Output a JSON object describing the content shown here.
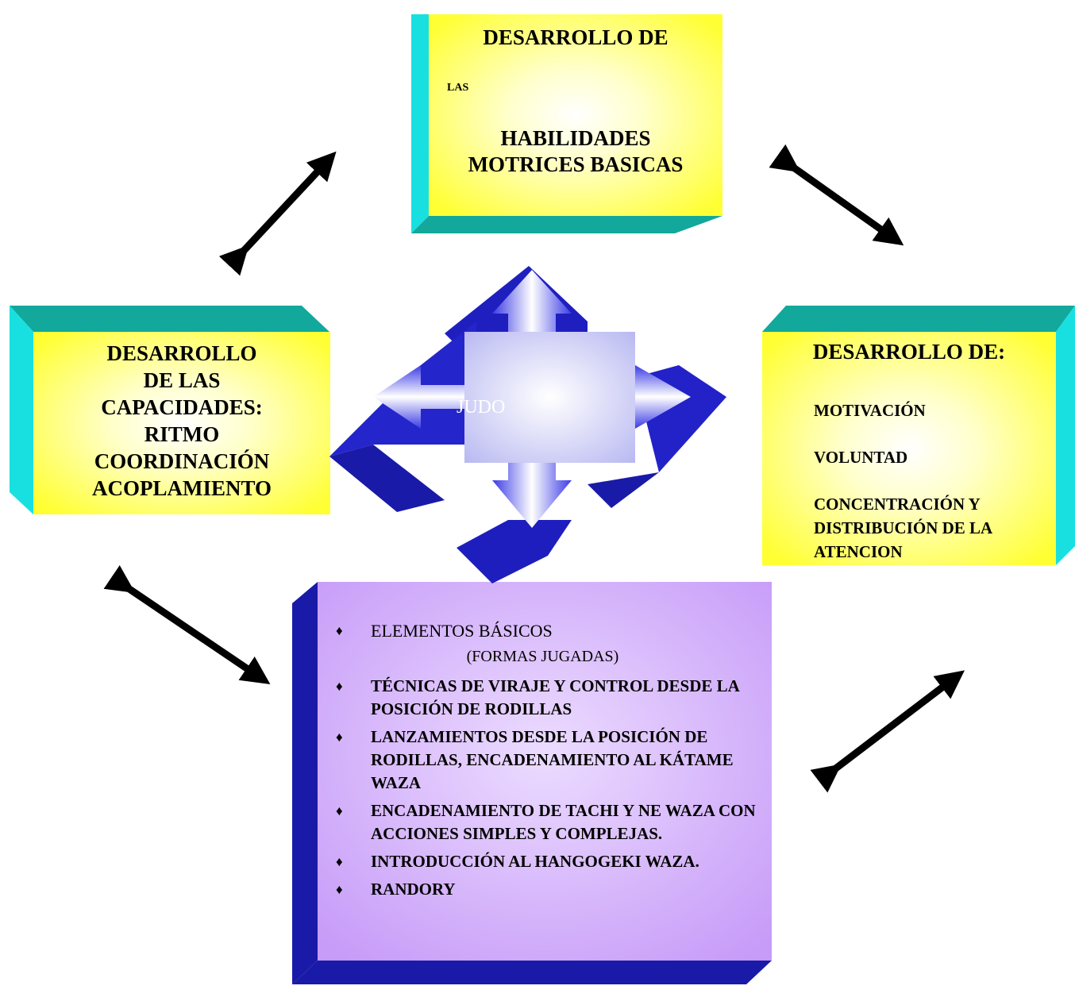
{
  "top_box": {
    "title": "DESARROLLO DE",
    "small": "LAS",
    "lines": [
      "HABILIDADES",
      "MOTRICES BASICAS"
    ]
  },
  "left_box": {
    "lines": [
      "DESARROLLO",
      "DE LAS",
      "CAPACIDADES:",
      "RITMO",
      "COORDINACIÓN",
      "ACOPLAMIENTO"
    ]
  },
  "right_box": {
    "title": "DESARROLLO DE:",
    "items": [
      "MOTIVACIÓN",
      "VOLUNTAD",
      "CONCENTRACIÓN Y",
      "DISTRIBUCIÓN DE LA",
      "ATENCION"
    ]
  },
  "center": {
    "label": "JUDO"
  },
  "bottom_box": {
    "items": [
      {
        "text": "ELEMENTOS BÁSICOS",
        "sub": "(FORMAS JUGADAS)"
      },
      {
        "text": "TÉCNICAS DE VIRAJE Y CONTROL DESDE LA POSICIÓN DE RODILLAS"
      },
      {
        "text": "LANZAMIENTOS DESDE LA POSICIÓN DE RODILLAS, ENCADENAMIENTO AL KÁTAME WAZA"
      },
      {
        "text": "ENCADENAMIENTO DE TACHI Y NE WAZA CON ACCIONES SIMPLES Y COMPLEJAS."
      },
      {
        "text": "INTRODUCCIÓN AL HANGOGEKI WAZA."
      },
      {
        "text": "RANDORY"
      }
    ],
    "bullet": "♦"
  },
  "colors": {
    "yellow": "#ffff33",
    "teal": "#12a89c",
    "cyan": "#19e0e0",
    "purple": "#cc99ff",
    "navy": "#1a1aa8",
    "blue_arrow": "#2222cc"
  }
}
